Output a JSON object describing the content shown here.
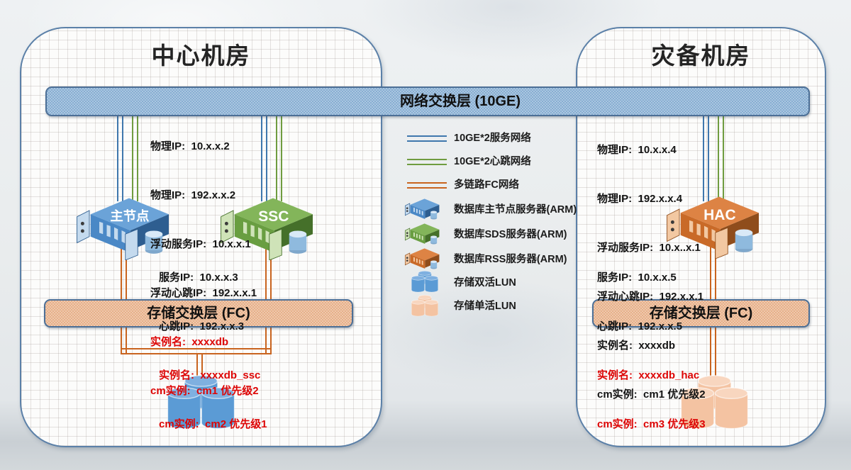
{
  "network_bar_label": "网络交换层 (10GE)",
  "rooms": {
    "left": {
      "title": "中心机房",
      "storage_bar_label": "存储交换层 (FC)",
      "top_info": [
        "物理IP:  10.x.x.2",
        "物理IP:  192.x.x.2",
        "浮动服务IP:  10.x.x.1",
        "浮动心跳IP:  192.x.x.1"
      ],
      "top_info_red": [
        "实例名:  xxxxdb",
        "cm实例:  cm1 优先级2"
      ],
      "servers": [
        {
          "label": "主节点"
        },
        {
          "label": "SSC"
        }
      ],
      "bottom_info": [
        "服务IP:  10.x.x.3",
        "心跳IP:  192.x.x.3"
      ],
      "bottom_info_red": [
        "实例名:  xxxxdb_ssc",
        "cm实例:  cm2 优先级1"
      ]
    },
    "right": {
      "title": "灾备机房",
      "storage_bar_label": "存储交换层 (FC)",
      "top_info": [
        "物理IP:  10.x.x.4",
        "物理IP:  192.x.x.4",
        "浮动服务IP:  10.x..x.1",
        "浮动心跳IP:  192.x.x.1",
        "实例名:  xxxxdb",
        "cm实例:  cm1 优先级2"
      ],
      "servers": [
        {
          "label": "HAC"
        }
      ],
      "bottom_info": [
        "服务IP:  10.x.x.5",
        "心跳IP:  192.x.x.5"
      ],
      "bottom_info_red": [
        "实例名:  xxxxdb_hac",
        "cm实例:  cm3 优先级3"
      ]
    }
  },
  "legend": {
    "lines": [
      {
        "icon": "service-network-line",
        "color": "#3f77ad",
        "label": "10GE*2服务网络"
      },
      {
        "icon": "heartbeat-network-line",
        "color": "#6f9c40",
        "label": "10GE*2心跳网络"
      },
      {
        "icon": "fc-network-line",
        "color": "#c9641f",
        "label": "多链路FC网络"
      }
    ],
    "servers": [
      {
        "icon": "db-master-server",
        "color": "#4a88c6",
        "label": "数据库主节点服务器(ARM)"
      },
      {
        "icon": "db-sds-server",
        "color": "#699e41",
        "label": "数据库SDS服务器(ARM)"
      },
      {
        "icon": "db-rss-server",
        "color": "#c96a28",
        "label": "数据库RSS服务器(ARM)"
      }
    ],
    "luns": [
      {
        "icon": "dual-active-lun",
        "color": "#5b9bd5",
        "label": "存储双活LUN"
      },
      {
        "icon": "single-active-lun",
        "color": "#f4c4a4",
        "label": "存储单活LUN"
      }
    ]
  },
  "colors": {
    "network_bar": "#87aed2",
    "storage_bar": "#e7b089",
    "panel_border": "#5b80a8",
    "service_line": "#3f77ad",
    "heartbeat_line": "#6f9c40",
    "fc_line": "#c9641f",
    "red_text": "#dd0505"
  }
}
